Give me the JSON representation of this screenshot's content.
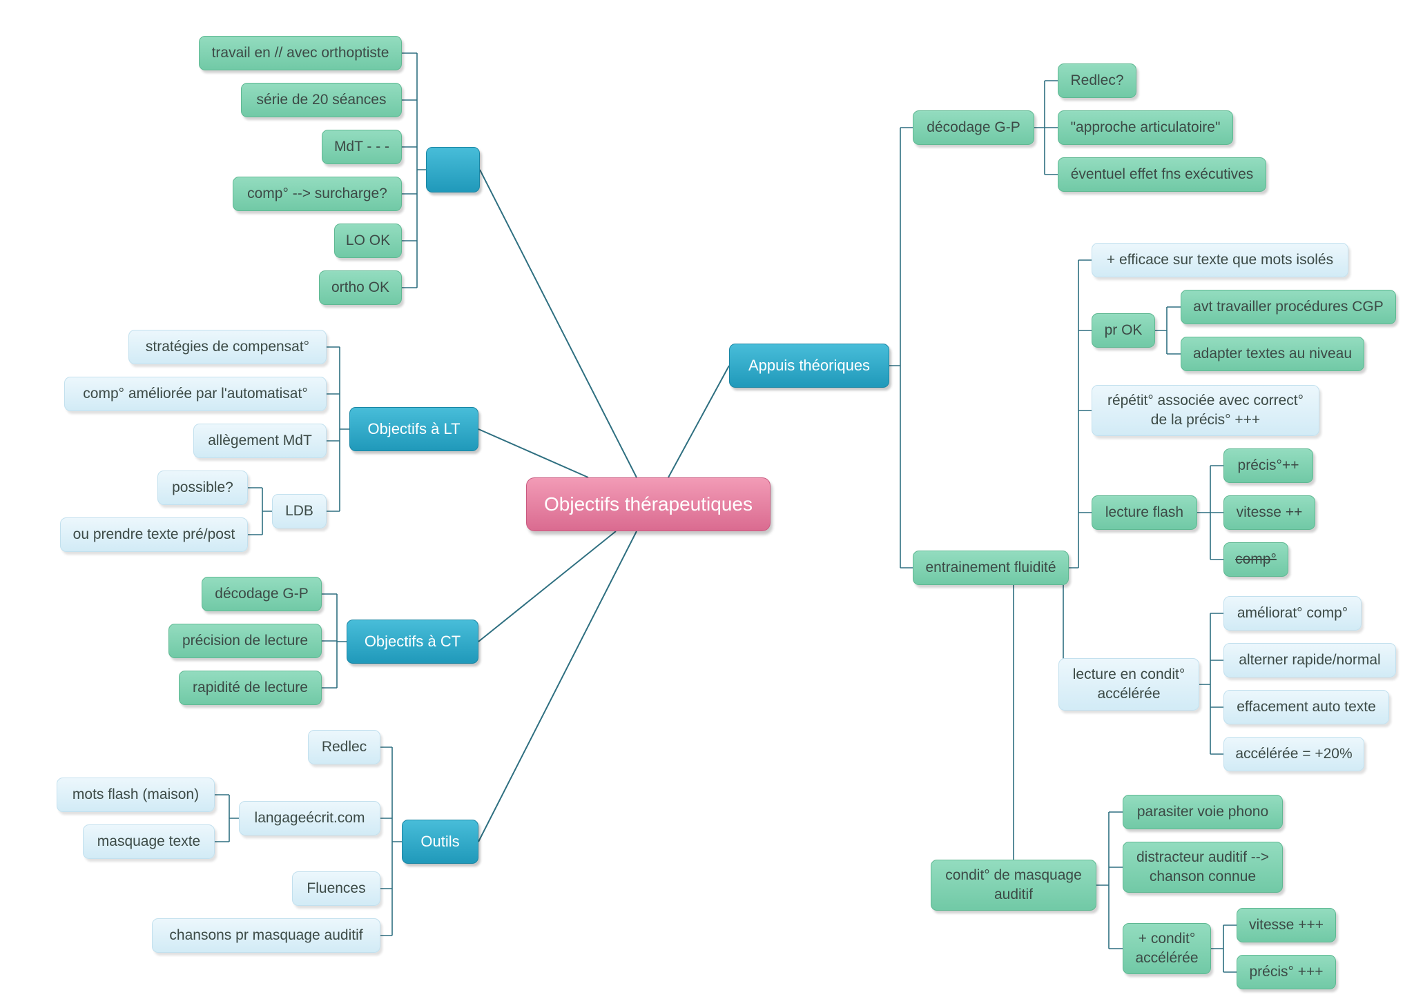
{
  "root": {
    "label": "Objectifs thérapeutiques"
  },
  "branches": {
    "unnamed": {
      "label": "",
      "items": [
        "travail en // avec orthoptiste",
        "série de 20 séances",
        "MdT - - -",
        "comp° --> surcharge?",
        "LO OK",
        "ortho OK"
      ]
    },
    "lt": {
      "label": "Objectifs à LT",
      "items": [
        "stratégies de compensat°",
        "comp° améliorée par l'automatisat°",
        "allègement MdT"
      ],
      "ldb": {
        "label": "LDB",
        "items": [
          "possible?",
          "ou prendre texte pré/post"
        ]
      }
    },
    "ct": {
      "label": "Objectifs à CT",
      "items": [
        "décodage G-P",
        "précision de lecture",
        "rapidité de lecture"
      ]
    },
    "outils": {
      "label": "Outils",
      "redlec": "Redlec",
      "langage": {
        "label": "langageécrit.com",
        "items": [
          "mots flash (maison)",
          "masquage texte"
        ]
      },
      "fluences": "Fluences",
      "chansons": "chansons pr masquage auditif"
    },
    "appuis": {
      "label": "Appuis théoriques",
      "decodage": {
        "label": "décodage G-P",
        "items": [
          "Redlec?",
          "\"approche articulatoire\"",
          "éventuel effet fns exécutives"
        ]
      },
      "fluidite": {
        "label": "entrainement fluidité",
        "efficace": "+ efficace sur texte que mots isolés",
        "pr_ok": {
          "label": "pr OK",
          "items": [
            "avt travailler procédures CGP",
            "adapter textes au niveau"
          ]
        },
        "repetit": "répétit° associée avec correct°\nde la précis° +++",
        "flash": {
          "label": "lecture flash",
          "items": [
            "précis°++",
            "vitesse ++",
            "comp°"
          ]
        },
        "accel": {
          "label": "lecture en condit°\naccélérée",
          "items": [
            "améliorat° comp°",
            "alterner rapide/normal",
            "effacement auto texte",
            "accélérée = +20%"
          ]
        },
        "masquage": {
          "label": "condit° de masquage\nauditif",
          "items": [
            "parasiter voie phono",
            "distracteur auditif -->\nchanson connue"
          ],
          "plus": {
            "label": "+ condit°\naccélérée",
            "items": [
              "vitesse +++",
              "précis° +++"
            ]
          }
        }
      }
    }
  },
  "colors": {
    "line": "#2e6f80",
    "green": "#7dd1b0",
    "light_blue": "#ddf0f8",
    "blue": "#2ea9c9",
    "pink": "#e57ea0"
  }
}
